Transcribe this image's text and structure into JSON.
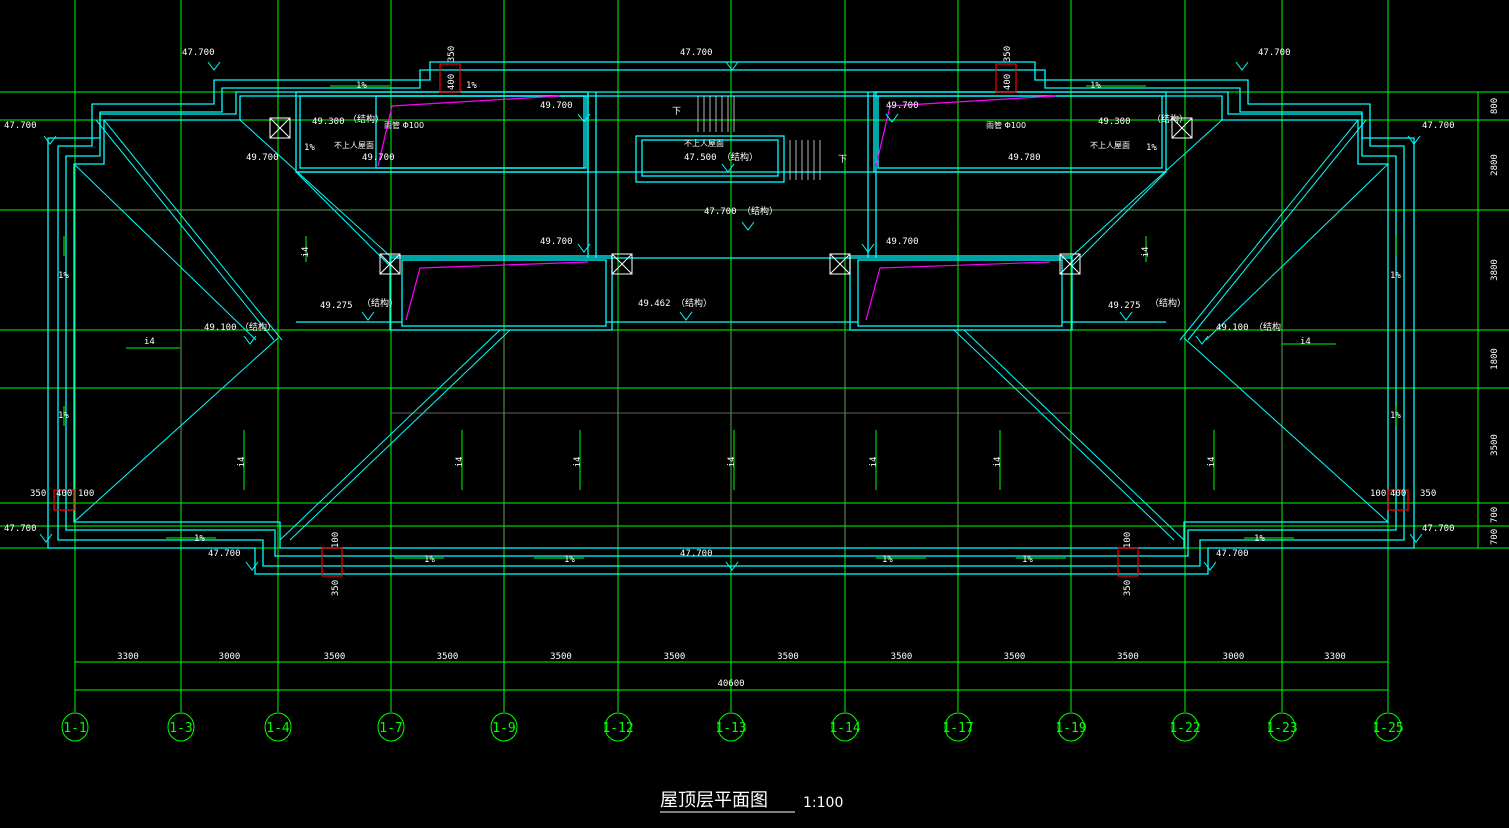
{
  "drawing": {
    "title": "屋顶层平面图",
    "scale": "1:100",
    "colors": {
      "background": "#000000",
      "grid": "#00ff00",
      "outline": "#00ffff",
      "slope": "#00ff00",
      "text": "#ffffff",
      "magenta": "#ff00ff",
      "red": "#ff0000",
      "dim_gray": "#808080"
    },
    "axes": [
      {
        "label": "1-1"
      },
      {
        "label": "1-3"
      },
      {
        "label": "1-4"
      },
      {
        "label": "1-7"
      },
      {
        "label": "1-9"
      },
      {
        "label": "1-12"
      },
      {
        "label": "1-13"
      },
      {
        "label": "1-14"
      },
      {
        "label": "1-17"
      },
      {
        "label": "1-19"
      },
      {
        "label": "1-22"
      },
      {
        "label": "1-23"
      },
      {
        "label": "1-25"
      }
    ],
    "spans": [
      "3300",
      "3000",
      "3500",
      "3500",
      "3500",
      "3500",
      "3500",
      "3500",
      "3500",
      "3500",
      "3000",
      "3300"
    ],
    "total_span": "40600",
    "right_dims": [
      "800",
      "2800",
      "3800",
      "1800",
      "3500",
      "700",
      "700"
    ],
    "elevations": {
      "parapet": "47.700",
      "roof_top": "49.700",
      "roof_top_b": "49.700",
      "roof_mid": "49.700",
      "roof_mid_b": "49.700",
      "roof_right": "49.780",
      "small_left": "49.300",
      "small_right": "49.300",
      "structure_label": "（结构）",
      "structure_label_b": "（结构",
      "mid": "49.275",
      "mid_b": "49.275",
      "center": "49.462",
      "side": "49.100",
      "side_b": "49.100",
      "stair": "47.500",
      "center_low": "47.700",
      "bottom": "47.700"
    },
    "notes": {
      "slope": "1%",
      "slope_i": "i4",
      "down": "下",
      "no_access": "不上人屋面",
      "pipe": "雨管 Φ100",
      "dim_350": "350",
      "dim_400": "400",
      "dim_100": "100"
    }
  }
}
